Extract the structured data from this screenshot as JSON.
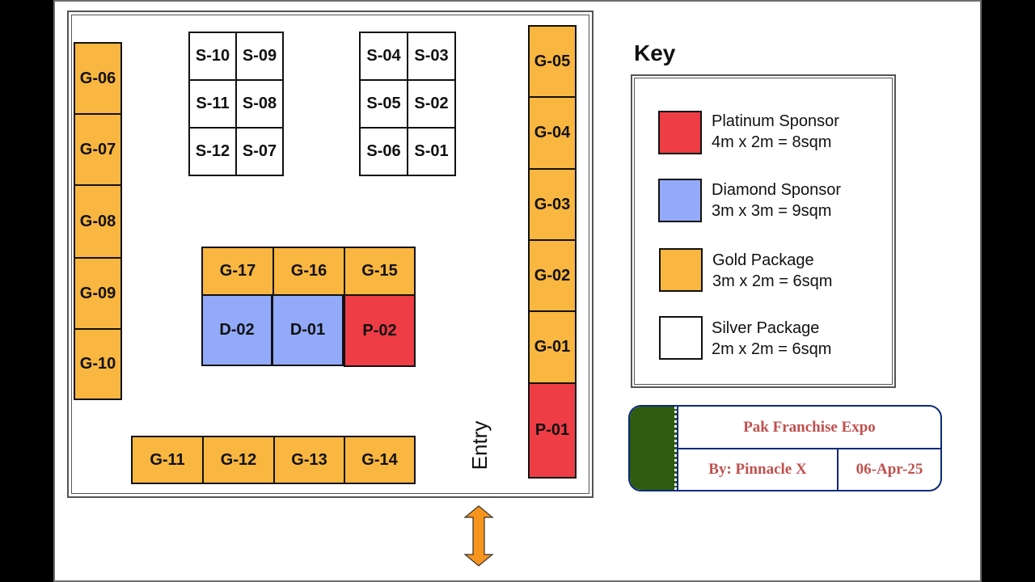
{
  "booths": {
    "g06": "G-06",
    "g07": "G-07",
    "g08": "G-08",
    "g09": "G-09",
    "g10": "G-10",
    "s10": "S-10",
    "s09": "S-09",
    "s11": "S-11",
    "s08": "S-08",
    "s12": "S-12",
    "s07": "S-07",
    "s04": "S-04",
    "s03": "S-03",
    "s05": "S-05",
    "s02": "S-02",
    "s06": "S-06",
    "s01": "S-01",
    "g17": "G-17",
    "g16": "G-16",
    "g15": "G-15",
    "d02": "D-02",
    "d01": "D-01",
    "p02": "P-02",
    "g11": "G-11",
    "g12": "G-12",
    "g13": "G-13",
    "g14": "G-14",
    "g05": "G-05",
    "g04": "G-04",
    "g03": "G-03",
    "g02": "G-02",
    "g01": "G-01",
    "p01": "P-01"
  },
  "entry_label": "Entry",
  "key": {
    "title": "Key",
    "items": [
      {
        "name": "Platinum Sponsor",
        "size": "4m x 2m = 8sqm",
        "color": "#ee3d45"
      },
      {
        "name": "Diamond Sponsor",
        "size": "3m x 3m = 9sqm",
        "color": "#92aaf9"
      },
      {
        "name": "Gold Package",
        "size": "3m x 2m = 6sqm",
        "color": "#f9b640"
      },
      {
        "name": "Silver Package",
        "size": "2m x 2m = 6sqm",
        "color": "#ffffff"
      }
    ]
  },
  "title_block": {
    "event": "Pak Franchise Expo",
    "author": "By: Pinnacle X",
    "date": "06-Apr-25"
  }
}
